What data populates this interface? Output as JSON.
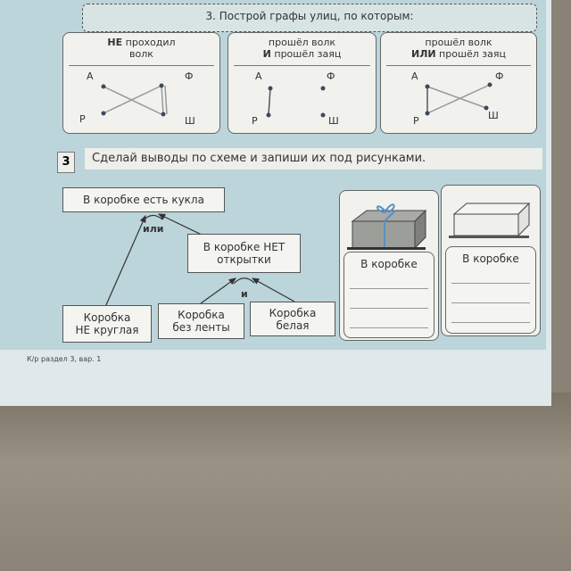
{
  "task3_header": "3. Построй графы улиц, по которым:",
  "graphs": [
    {
      "title_bold": "НЕ",
      "title_rest": "проходил",
      "title_line2": "волк"
    },
    {
      "title_line1": "прошёл волк",
      "title_bold": "И",
      "title_rest": "прошёл заяц"
    },
    {
      "title_line1": "прошёл волк",
      "title_bold": "ИЛИ",
      "title_rest": "прошёл заяц"
    }
  ],
  "nodes": {
    "a": "А",
    "f": "Ф",
    "r": "Р",
    "sh": "Ш"
  },
  "section": {
    "number": "3",
    "instruction": "Сделай выводы по схеме и запиши их под рисунками."
  },
  "scheme": {
    "top": "В коробке есть кукла",
    "or": "или",
    "middle_line1": "В коробке НЕТ",
    "middle_line2": "открытки",
    "and": "и",
    "b1_line1": "Коробка",
    "b1_line2": "НЕ круглая",
    "b2_line1": "Коробка",
    "b2_line2": "без ленты",
    "b3_line1": "Коробка",
    "b3_line2": "белая"
  },
  "cards": [
    {
      "label": "В коробке"
    },
    {
      "label": "В коробке"
    }
  ],
  "footer": "К/р раздел 3, вар. 1"
}
